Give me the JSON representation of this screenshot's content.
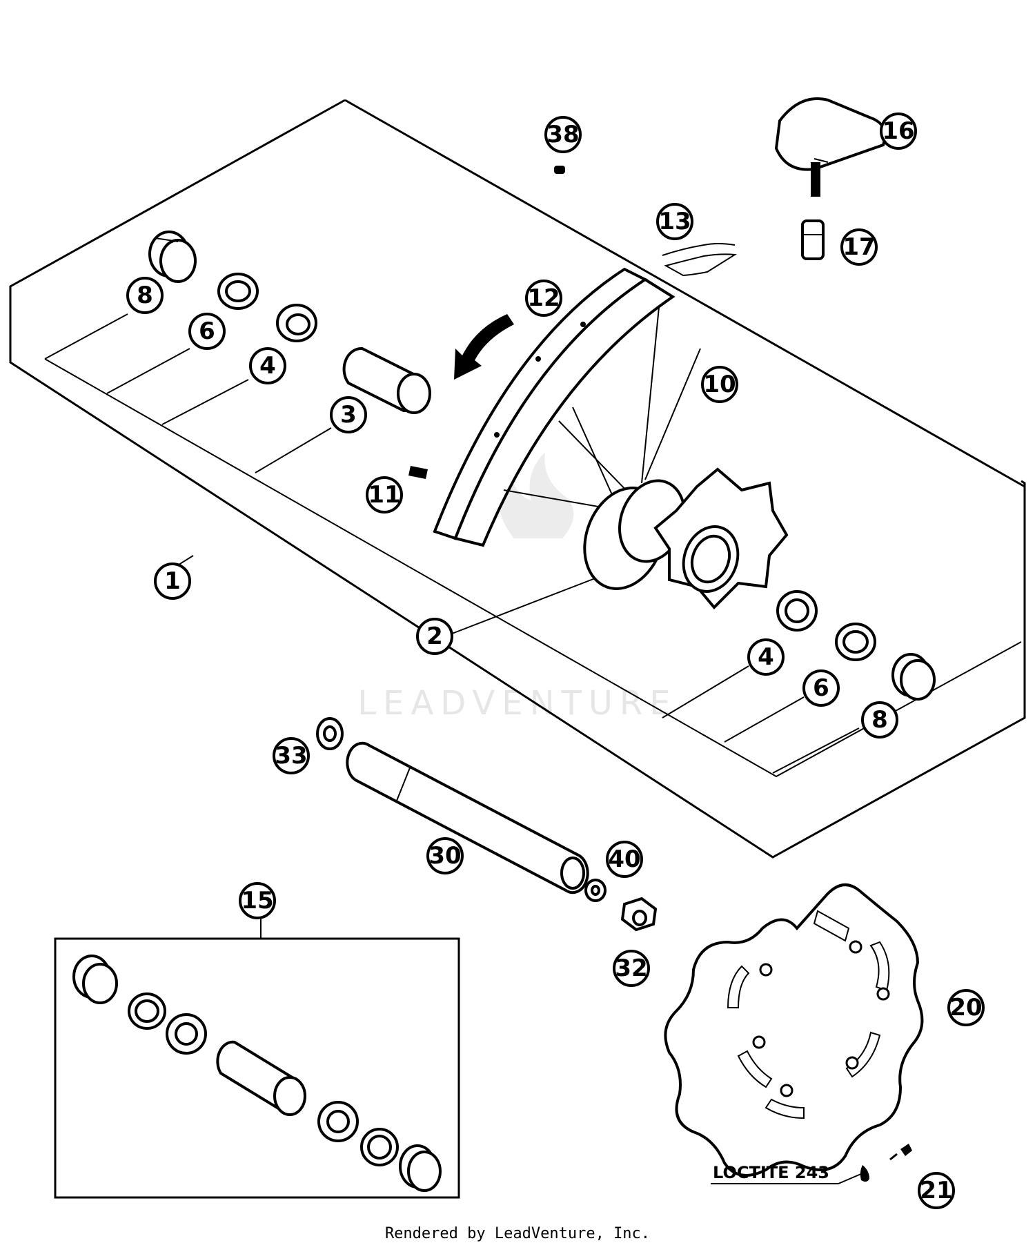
{
  "diagram": {
    "callouts": [
      {
        "id": "c1",
        "label": "1"
      },
      {
        "id": "c2",
        "label": "2"
      },
      {
        "id": "c3",
        "label": "3"
      },
      {
        "id": "c4a",
        "label": "4"
      },
      {
        "id": "c4b",
        "label": "4"
      },
      {
        "id": "c6a",
        "label": "6"
      },
      {
        "id": "c6b",
        "label": "6"
      },
      {
        "id": "c8a",
        "label": "8"
      },
      {
        "id": "c8b",
        "label": "8"
      },
      {
        "id": "c10",
        "label": "10"
      },
      {
        "id": "c11",
        "label": "11"
      },
      {
        "id": "c12",
        "label": "12"
      },
      {
        "id": "c13",
        "label": "13"
      },
      {
        "id": "c15",
        "label": "15"
      },
      {
        "id": "c16",
        "label": "16"
      },
      {
        "id": "c17",
        "label": "17"
      },
      {
        "id": "c20",
        "label": "20"
      },
      {
        "id": "c21",
        "label": "21"
      },
      {
        "id": "c30",
        "label": "30"
      },
      {
        "id": "c32",
        "label": "32"
      },
      {
        "id": "c33",
        "label": "33"
      },
      {
        "id": "c38",
        "label": "38"
      },
      {
        "id": "c40",
        "label": "40"
      }
    ],
    "loctite_label": "LOCTITE 243",
    "watermark": "LEADVENTURE"
  },
  "footer": {
    "text": "Rendered by LeadVenture, Inc."
  }
}
